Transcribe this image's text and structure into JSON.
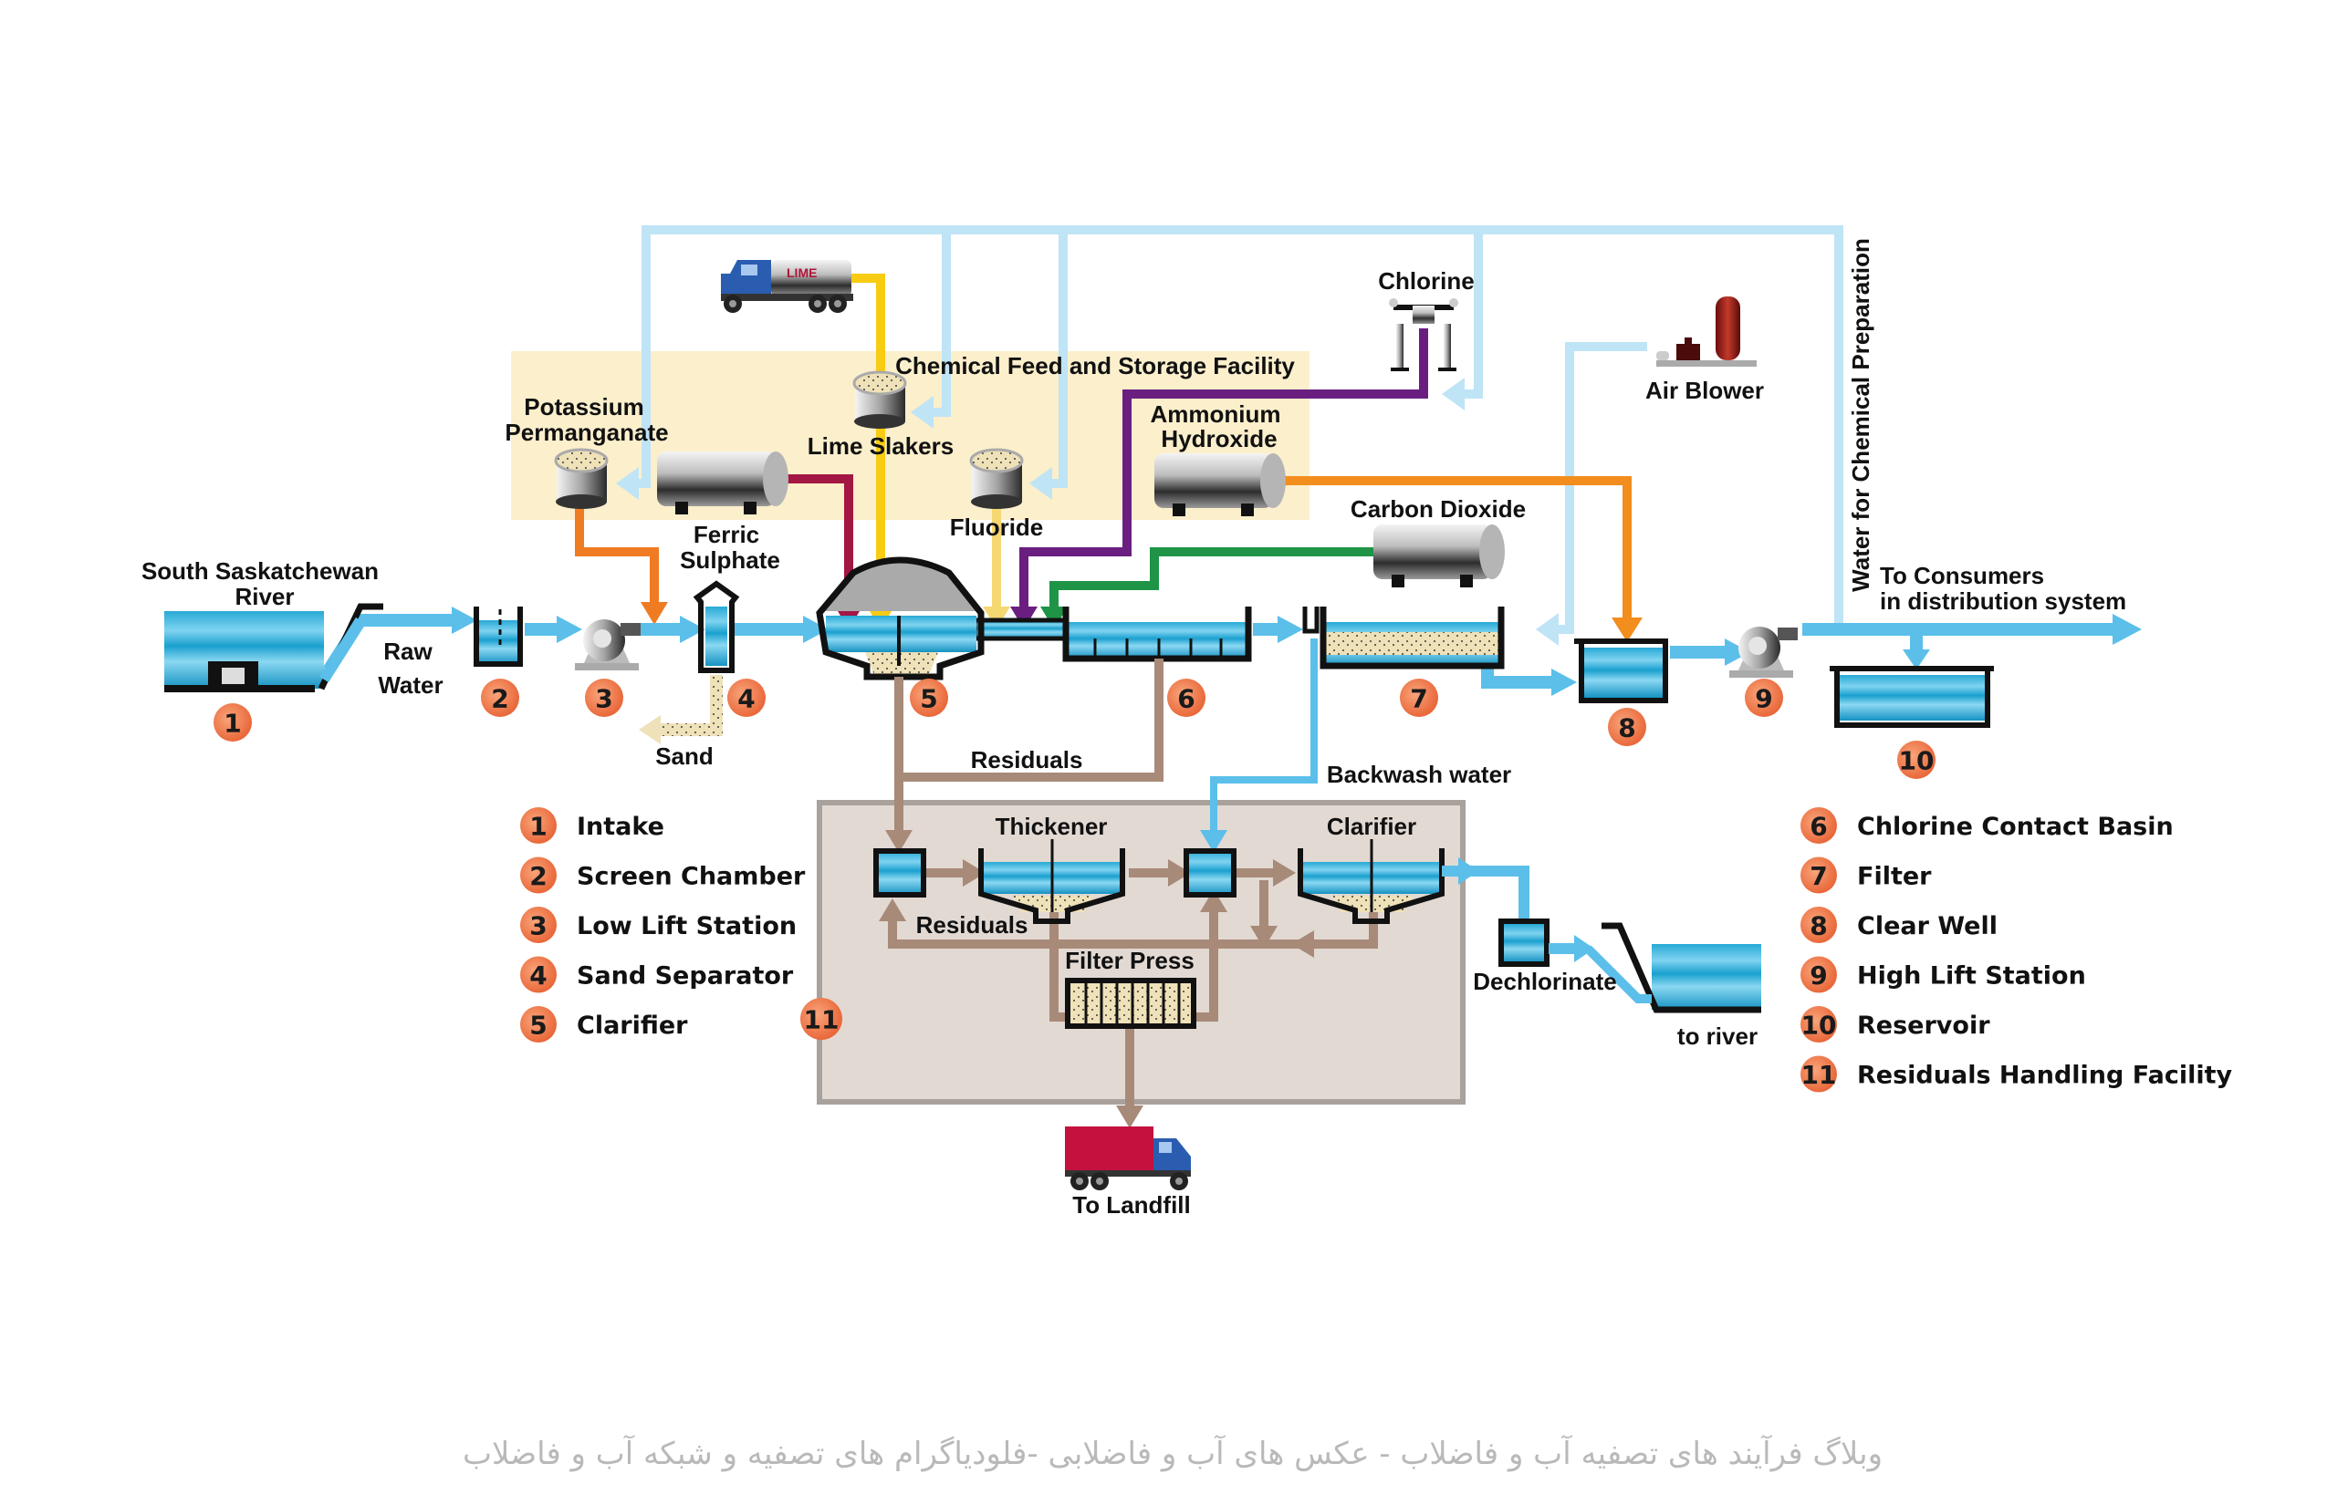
{
  "title": "Water Treatment Plant Process Flow",
  "colors": {
    "water": "#5bbfea",
    "water_light": "#bfe4f6",
    "ferric": "#a31743",
    "lime": "#f7cc12",
    "fluoride": "#f6d873",
    "chlorine": "#6a1f80",
    "co2": "#1f9446",
    "ammonium": "#f28d1e",
    "permanganate": "#ef7b22",
    "residuals": "#a88a78",
    "badge": "#ef7b45",
    "facility_bg": "#fcefcc",
    "residuals_bg": "#e2d9d3"
  },
  "labels": {
    "river": [
      "South Saskatchewan",
      "River"
    ],
    "raw_water": [
      "Raw",
      "Water"
    ],
    "sand": "Sand",
    "ferric_sulphate": [
      "Ferric",
      "Sulphate"
    ],
    "potassium_permanganate": [
      "Potassium",
      "Permanganate"
    ],
    "lime_truck": "LIME",
    "chemical_facility": "Chemical Feed and Storage Facility",
    "lime_slakers": "Lime Slakers",
    "fluoride": "Fluoride",
    "ammonium_hydroxide": [
      "Ammonium",
      "Hydroxide"
    ],
    "chlorine": "Chlorine",
    "carbon_dioxide": "Carbon Dioxide",
    "air_blower": "Air Blower",
    "water_for_chem": "Water for Chemical Preparation",
    "to_consumers": [
      "To Consumers",
      "in distribution system"
    ],
    "residuals_top": "Residuals",
    "backwash": "Backwash water",
    "thickener": "Thickener",
    "clarifier_res": "Clarifier",
    "residuals_inner": "Residuals",
    "filter_press": "Filter Press",
    "dechlorinate": "Dechlorinate",
    "to_river": "to river",
    "to_landfill": "To Landfill"
  },
  "badges": [
    "1",
    "2",
    "3",
    "4",
    "5",
    "6",
    "7",
    "8",
    "9",
    "10",
    "11"
  ],
  "legend_left": [
    {
      "num": "1",
      "label": "Intake"
    },
    {
      "num": "2",
      "label": "Screen Chamber"
    },
    {
      "num": "3",
      "label": "Low Lift Station"
    },
    {
      "num": "4",
      "label": "Sand Separator"
    },
    {
      "num": "5",
      "label": "Clarifier"
    }
  ],
  "legend_right": [
    {
      "num": "6",
      "label": "Chlorine Contact Basin"
    },
    {
      "num": "7",
      "label": "Filter"
    },
    {
      "num": "8",
      "label": "Clear Well"
    },
    {
      "num": "9",
      "label": "High Lift Station"
    },
    {
      "num": "10",
      "label": "Reservoir"
    },
    {
      "num": "11",
      "label": "Residuals Handling Facility"
    }
  ],
  "footer": "وبلاگ فرآیند های تصفیه آب و فاضلاب - عکس های آب و فاضلابی -فلودیاگرام های تصفیه و شبکه آب و فاضلاب"
}
